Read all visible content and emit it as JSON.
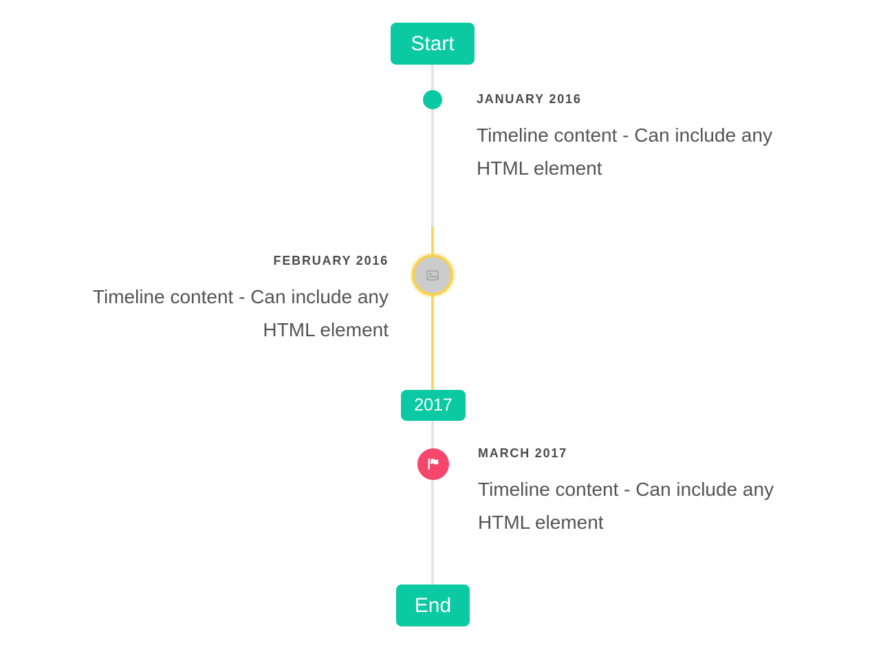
{
  "page": {
    "background": "#ffffff"
  },
  "colors": {
    "accent_teal": "#0bc9a3",
    "highlight_yellow_line": "#f9d65a",
    "marker_ring_yellow": "#f7d150",
    "marker_gray_fill": "#cccccc",
    "flag_red": "#f5476b",
    "line_gray": "#e4e4e4",
    "date_text": "#4b4b4b",
    "body_text": "#545454",
    "badge_text": "#ffffff"
  },
  "timeline": {
    "start_badge": "Start",
    "year_badge": "2017",
    "end_badge": "End",
    "items": [
      {
        "date": "JANUARY 2016",
        "content": "Timeline content - Can include any HTML element",
        "side": "right",
        "marker": "teal-dot"
      },
      {
        "date": "FEBRUARY 2016",
        "content": "Timeline content - Can include any HTML element",
        "side": "left",
        "marker": "broken-image-in-yellow-ring"
      },
      {
        "date": "MARCH 2017",
        "content": "Timeline content - Can include any HTML element",
        "side": "right",
        "marker": "red-flag-circle"
      }
    ]
  }
}
